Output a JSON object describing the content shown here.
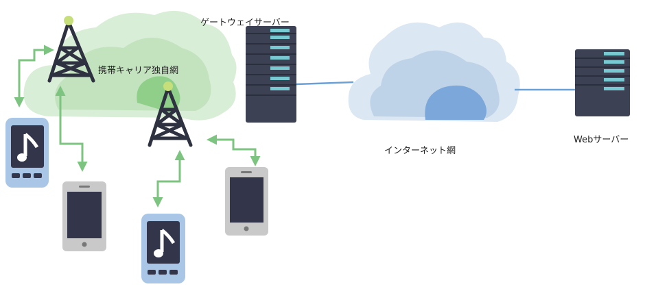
{
  "labels": {
    "carrier_network": "携帯キャリア独自網",
    "gateway_server": "ゲートウェイサーバー",
    "internet": "インターネット網",
    "web_server": "Webサーバー"
  },
  "colors": {
    "carrier_cloud": "#cfe8cc",
    "internet_cloud": "#c5d8ea",
    "link_line": "#6aa0d6",
    "signal_arrow": "#7cc47f",
    "server_body": "#3d4154",
    "server_slot": "#79c9d3",
    "tower": "#2e3140",
    "tower_tip": "#c6df7a",
    "phone_blue": "#a9c6e6",
    "phone_grey": "#c9c9c9"
  },
  "icons": [
    "cell-tower-icon",
    "server-icon",
    "music-phone-icon",
    "smartphone-icon",
    "cloud-icon"
  ]
}
